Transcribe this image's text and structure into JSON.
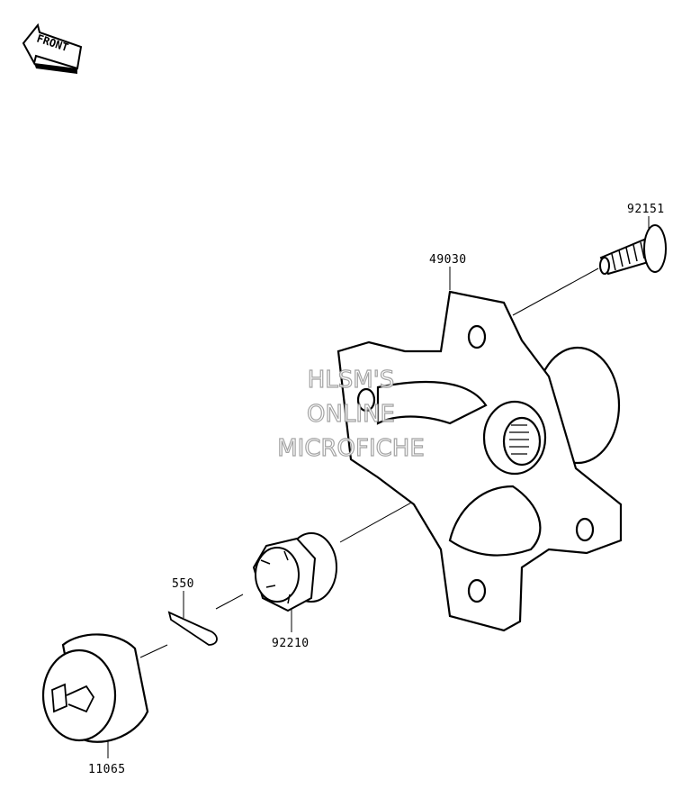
{
  "badge": {
    "text": "FRONT"
  },
  "watermark": {
    "line1": "HLSM'S",
    "line2": "ONLINE",
    "line3": "MICROFICHE"
  },
  "parts": [
    {
      "id": "92151"
    },
    {
      "id": "49030"
    },
    {
      "id": "550"
    },
    {
      "id": "92210"
    },
    {
      "id": "11065"
    }
  ]
}
